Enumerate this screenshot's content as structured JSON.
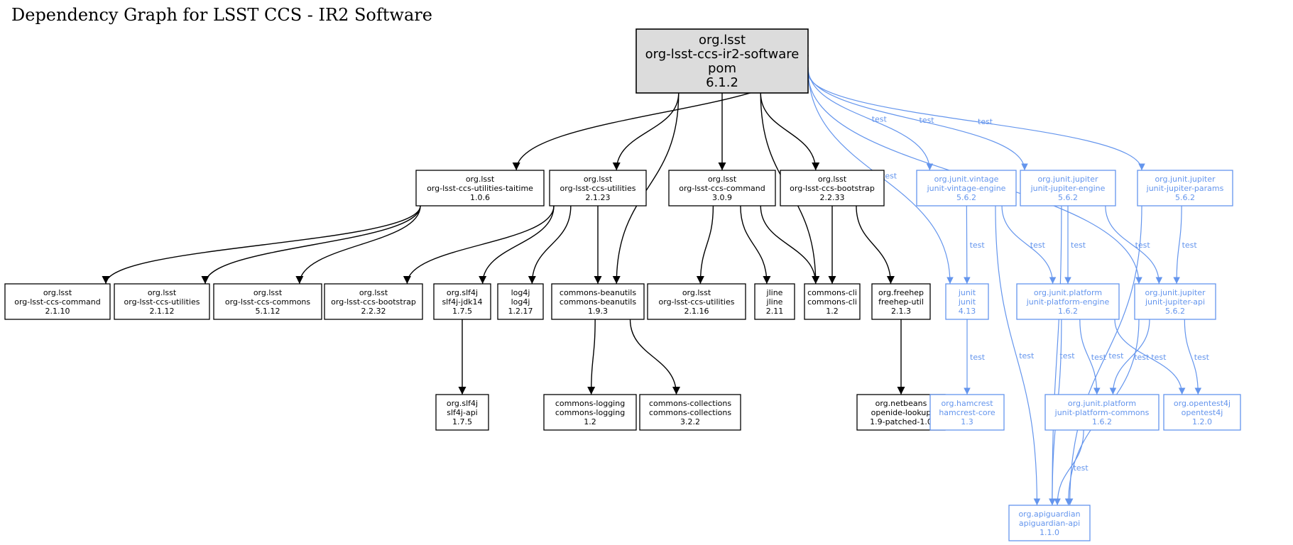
{
  "title": "Dependency Graph for LSST CCS - IR2 Software",
  "colors": {
    "compile": "#000000",
    "test": "#6495ed",
    "root_fill": "#dcdcdc"
  },
  "nodes": [
    {
      "id": "root",
      "lines": [
        "org.lsst",
        "org-lsst-ccs-ir2-software",
        "pom",
        "6.1.2"
      ],
      "root": true
    },
    {
      "id": "taitime",
      "lines": [
        "org.lsst",
        "org-lsst-ccs-utilities-taitime",
        "1.0.6"
      ]
    },
    {
      "id": "util2123",
      "lines": [
        "org.lsst",
        "org-lsst-ccs-utilities",
        "2.1.23"
      ]
    },
    {
      "id": "cmd309",
      "lines": [
        "org.lsst",
        "org-lsst-ccs-command",
        "3.0.9"
      ]
    },
    {
      "id": "boot2233",
      "lines": [
        "org.lsst",
        "org-lsst-ccs-bootstrap",
        "2.2.33"
      ]
    },
    {
      "id": "vintage",
      "lines": [
        "org.junit.vintage",
        "junit-vintage-engine",
        "5.6.2"
      ],
      "test": true
    },
    {
      "id": "jupeng",
      "lines": [
        "org.junit.jupiter",
        "junit-jupiter-engine",
        "5.6.2"
      ],
      "test": true
    },
    {
      "id": "jupparams",
      "lines": [
        "org.junit.jupiter",
        "junit-jupiter-params",
        "5.6.2"
      ],
      "test": true
    },
    {
      "id": "cmd2110",
      "lines": [
        "org.lsst",
        "org-lsst-ccs-command",
        "2.1.10"
      ]
    },
    {
      "id": "util2112",
      "lines": [
        "org.lsst",
        "org-lsst-ccs-utilities",
        "2.1.12"
      ]
    },
    {
      "id": "commons5112",
      "lines": [
        "org.lsst",
        "org-lsst-ccs-commons",
        "5.1.12"
      ]
    },
    {
      "id": "boot2232",
      "lines": [
        "org.lsst",
        "org-lsst-ccs-bootstrap",
        "2.2.32"
      ]
    },
    {
      "id": "slf4jjdk",
      "lines": [
        "org.slf4j",
        "slf4j-jdk14",
        "1.7.5"
      ]
    },
    {
      "id": "log4j",
      "lines": [
        "log4j",
        "log4j",
        "1.2.17"
      ]
    },
    {
      "id": "beanutils",
      "lines": [
        "commons-beanutils",
        "commons-beanutils",
        "1.9.3"
      ]
    },
    {
      "id": "util2116",
      "lines": [
        "org.lsst",
        "org-lsst-ccs-utilities",
        "2.1.16"
      ]
    },
    {
      "id": "jline",
      "lines": [
        "jline",
        "jline",
        "2.11"
      ]
    },
    {
      "id": "cli",
      "lines": [
        "commons-cli",
        "commons-cli",
        "1.2"
      ]
    },
    {
      "id": "freehep",
      "lines": [
        "org.freehep",
        "freehep-util",
        "2.1.3"
      ]
    },
    {
      "id": "junit",
      "lines": [
        "junit",
        "junit",
        "4.13"
      ],
      "test": true
    },
    {
      "id": "platengine",
      "lines": [
        "org.junit.platform",
        "junit-platform-engine",
        "1.6.2"
      ],
      "test": true
    },
    {
      "id": "jupapi",
      "lines": [
        "org.junit.jupiter",
        "junit-jupiter-api",
        "5.6.2"
      ],
      "test": true
    },
    {
      "id": "slf4japi",
      "lines": [
        "org.slf4j",
        "slf4j-api",
        "1.7.5"
      ]
    },
    {
      "id": "logging",
      "lines": [
        "commons-logging",
        "commons-logging",
        "1.2"
      ]
    },
    {
      "id": "collections",
      "lines": [
        "commons-collections",
        "commons-collections",
        "3.2.2"
      ]
    },
    {
      "id": "netbeans",
      "lines": [
        "org.netbeans",
        "openide-lookup",
        "1.9-patched-1.0"
      ]
    },
    {
      "id": "hamcrest",
      "lines": [
        "org.hamcrest",
        "hamcrest-core",
        "1.3"
      ],
      "test": true
    },
    {
      "id": "platcommons",
      "lines": [
        "org.junit.platform",
        "junit-platform-commons",
        "1.6.2"
      ],
      "test": true
    },
    {
      "id": "opentest4j",
      "lines": [
        "org.opentest4j",
        "opentest4j",
        "1.2.0"
      ],
      "test": true
    },
    {
      "id": "apiguardian",
      "lines": [
        "org.apiguardian",
        "apiguardian-api",
        "1.1.0"
      ],
      "test": true
    }
  ],
  "edges": [
    {
      "from": "root",
      "to": "taitime"
    },
    {
      "from": "root",
      "to": "util2123"
    },
    {
      "from": "root",
      "to": "beanutils"
    },
    {
      "from": "root",
      "to": "cmd309"
    },
    {
      "from": "root",
      "to": "cli"
    },
    {
      "from": "root",
      "to": "boot2233"
    },
    {
      "from": "root",
      "to": "junit",
      "label": "test"
    },
    {
      "from": "root",
      "to": "vintage",
      "label": "test"
    },
    {
      "from": "root",
      "to": "jupeng",
      "label": "test"
    },
    {
      "from": "root",
      "to": "jupapi",
      "label": "test"
    },
    {
      "from": "root",
      "to": "jupparams",
      "label": "test"
    },
    {
      "from": "taitime",
      "to": "cmd2110"
    },
    {
      "from": "taitime",
      "to": "util2112"
    },
    {
      "from": "taitime",
      "to": "commons5112"
    },
    {
      "from": "util2123",
      "to": "boot2232"
    },
    {
      "from": "util2123",
      "to": "slf4jjdk"
    },
    {
      "from": "util2123",
      "to": "log4j"
    },
    {
      "from": "util2123",
      "to": "beanutils"
    },
    {
      "from": "cmd309",
      "to": "util2116"
    },
    {
      "from": "cmd309",
      "to": "jline"
    },
    {
      "from": "cmd309",
      "to": "cli"
    },
    {
      "from": "boot2233",
      "to": "cli"
    },
    {
      "from": "boot2233",
      "to": "freehep"
    },
    {
      "from": "slf4jjdk",
      "to": "slf4japi"
    },
    {
      "from": "beanutils",
      "to": "logging"
    },
    {
      "from": "beanutils",
      "to": "collections"
    },
    {
      "from": "freehep",
      "to": "netbeans"
    },
    {
      "from": "vintage",
      "to": "junit",
      "label": "test"
    },
    {
      "from": "vintage",
      "to": "platengine",
      "label": "test"
    },
    {
      "from": "vintage",
      "to": "apiguardian",
      "label": "test"
    },
    {
      "from": "jupeng",
      "to": "platengine",
      "label": "test"
    },
    {
      "from": "jupeng",
      "to": "jupapi",
      "label": "test"
    },
    {
      "from": "jupeng",
      "to": "apiguardian",
      "label": "test"
    },
    {
      "from": "jupparams",
      "to": "jupapi",
      "label": "test"
    },
    {
      "from": "jupparams",
      "to": "apiguardian",
      "label": "test"
    },
    {
      "from": "junit",
      "to": "hamcrest",
      "label": "test"
    },
    {
      "from": "platengine",
      "to": "apiguardian",
      "label": "test"
    },
    {
      "from": "platengine",
      "to": "platcommons",
      "label": "test"
    },
    {
      "from": "platengine",
      "to": "opentest4j",
      "label": "test"
    },
    {
      "from": "jupapi",
      "to": "platcommons",
      "label": "test"
    },
    {
      "from": "jupapi",
      "to": "opentest4j",
      "label": "test"
    },
    {
      "from": "jupapi",
      "to": "apiguardian",
      "label": "test"
    },
    {
      "from": "platcommons",
      "to": "apiguardian",
      "label": "test"
    }
  ]
}
